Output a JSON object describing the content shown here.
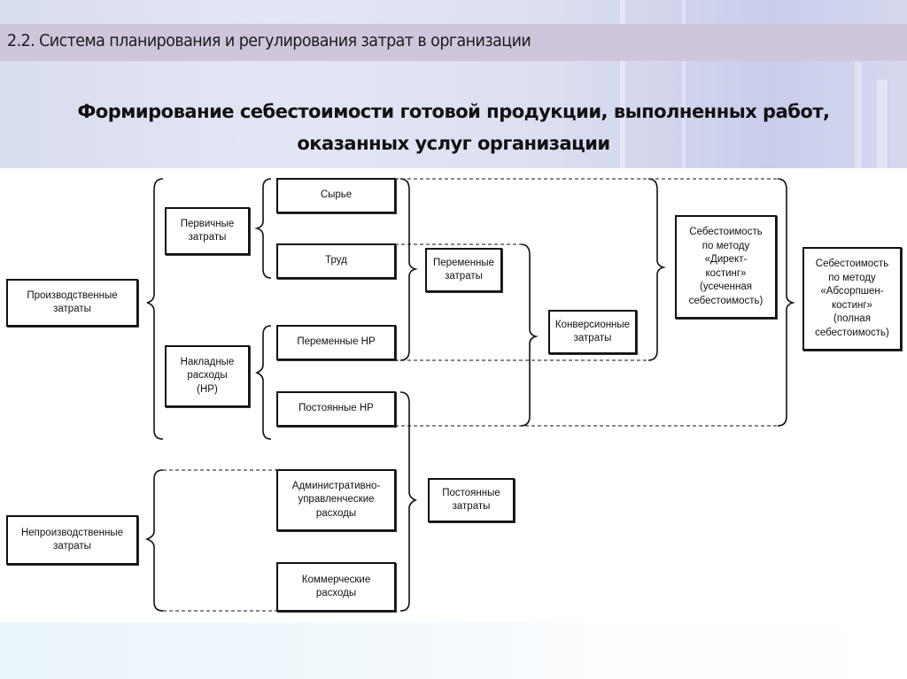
{
  "slide": {
    "section_title": "2.2. Система планирования и регулирования затрат в организации",
    "heading_line1": "Формирование себестоимости готовой продукции, выполненных работ,",
    "heading_line2": "оказанных услуг организации",
    "colors": {
      "title_band": "#cfc6db",
      "background_top": "#dcdff1",
      "box_border": "#111111",
      "line": "#111111"
    }
  },
  "diagram": {
    "nodes": {
      "production_costs": "Производственные затраты",
      "primary_costs": "Первичные затраты",
      "overhead": "Накладные расходы (НР)",
      "raw_materials": "Сырье",
      "labor": "Труд",
      "variable_overhead": "Переменные НР",
      "fixed_overhead": "Постоянные НР",
      "variable_costs": "Переменные затраты",
      "conversion_costs": "Конверсионные затраты",
      "direct_costing": "Себестоимость по методу «Директ-костинг» (усеченная себестоимость)",
      "absorption_costing": "Себестоимость по методу «Абсорпшен-костинг» (полная себестоимость)",
      "nonproduction_costs": "Непроизводственные затраты",
      "admin_expenses": "Административно-управленческие расходы",
      "commercial_expenses": "Коммерческие расходы",
      "fixed_costs": "Постоянные затраты"
    },
    "lines": {
      "production_costs": [
        "Производственные",
        "затраты"
      ],
      "primary_costs": [
        "Первичные",
        "затраты"
      ],
      "overhead": [
        "Накладные",
        "расходы",
        "(НР)"
      ],
      "raw_materials": [
        "Сырье"
      ],
      "labor": [
        "Труд"
      ],
      "variable_overhead": [
        "Переменные НР"
      ],
      "fixed_overhead": [
        "Постоянные НР"
      ],
      "variable_costs": [
        "Переменные",
        "затраты"
      ],
      "conversion_costs": [
        "Конверсионные",
        "затраты"
      ],
      "direct_costing": [
        "Себестоимость",
        "по методу",
        "«Директ-",
        "костинг»",
        "(усеченная",
        "себестоимость)"
      ],
      "absorption_costing": [
        "Себестоимость",
        "по методу",
        "«Абсорпшен-",
        "костинг»",
        "(полная",
        "себестоимость)"
      ],
      "nonproduction_costs": [
        "Непроизводственные",
        "затраты"
      ],
      "admin_expenses": [
        "Административно-",
        "управленческие",
        "расходы"
      ],
      "commercial_expenses": [
        "Коммерческие",
        "расходы"
      ],
      "fixed_costs": [
        "Постоянные",
        "затраты"
      ]
    }
  }
}
